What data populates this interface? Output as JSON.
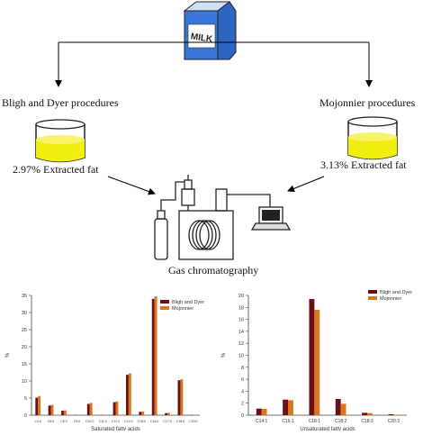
{
  "diagram": {
    "milk_label": "MILK",
    "left_method": "Bligh and Dyer procedures",
    "right_method": "Mojonnier procedures",
    "left_yield": "2.97% Extracted fat",
    "right_yield": "3.13% Extracted fat",
    "instrument": "Gas chromatography"
  },
  "colors": {
    "series_a": "#6b0f12",
    "series_b": "#d9741f",
    "liquid": "#f2ee10",
    "milk_blue": "#3a77d8"
  },
  "chart_data": [
    {
      "type": "bar",
      "title": "",
      "xlabel": "Saturated fatty acids",
      "ylabel": "%",
      "ylim": [
        0,
        35
      ],
      "yticks": [
        0,
        5,
        10,
        15,
        20,
        25,
        30,
        35
      ],
      "categories": [
        "C4:0",
        "C6:0",
        "C8:0",
        "C9:0",
        "C10:0",
        "C11:0",
        "C12:0",
        "C14:0",
        "C15:0",
        "C16:0",
        "C17:0",
        "C18:0",
        "C20:0"
      ],
      "series": [
        {
          "name": "Bligh and Dyer",
          "values": [
            5.1,
            2.8,
            1.3,
            0.05,
            3.3,
            0.1,
            3.8,
            11.8,
            1.0,
            34.0,
            0.6,
            10.2,
            0.1
          ]
        },
        {
          "name": "Mojonnier",
          "values": [
            5.6,
            3.0,
            1.4,
            0.05,
            3.6,
            0.1,
            4.0,
            12.2,
            1.1,
            34.7,
            0.7,
            10.5,
            0.1
          ]
        }
      ],
      "legend": "top-right"
    },
    {
      "type": "bar",
      "title": "",
      "xlabel": "Unsaturated fatty acids",
      "ylabel": "%",
      "ylim": [
        0,
        20
      ],
      "yticks": [
        0,
        2,
        4,
        6,
        8,
        10,
        12,
        14,
        16,
        18,
        20
      ],
      "categories": [
        "C14:1",
        "C16:1",
        "C18:1",
        "C18:2",
        "C18:3",
        "C20:3"
      ],
      "series": [
        {
          "name": "Bligh and Dyer",
          "values": [
            1.1,
            2.6,
            19.4,
            2.7,
            0.4,
            0.15
          ]
        },
        {
          "name": "Mojonnier",
          "values": [
            1.05,
            2.5,
            17.6,
            1.9,
            0.35,
            0.05
          ]
        }
      ],
      "legend": "top-right"
    }
  ]
}
